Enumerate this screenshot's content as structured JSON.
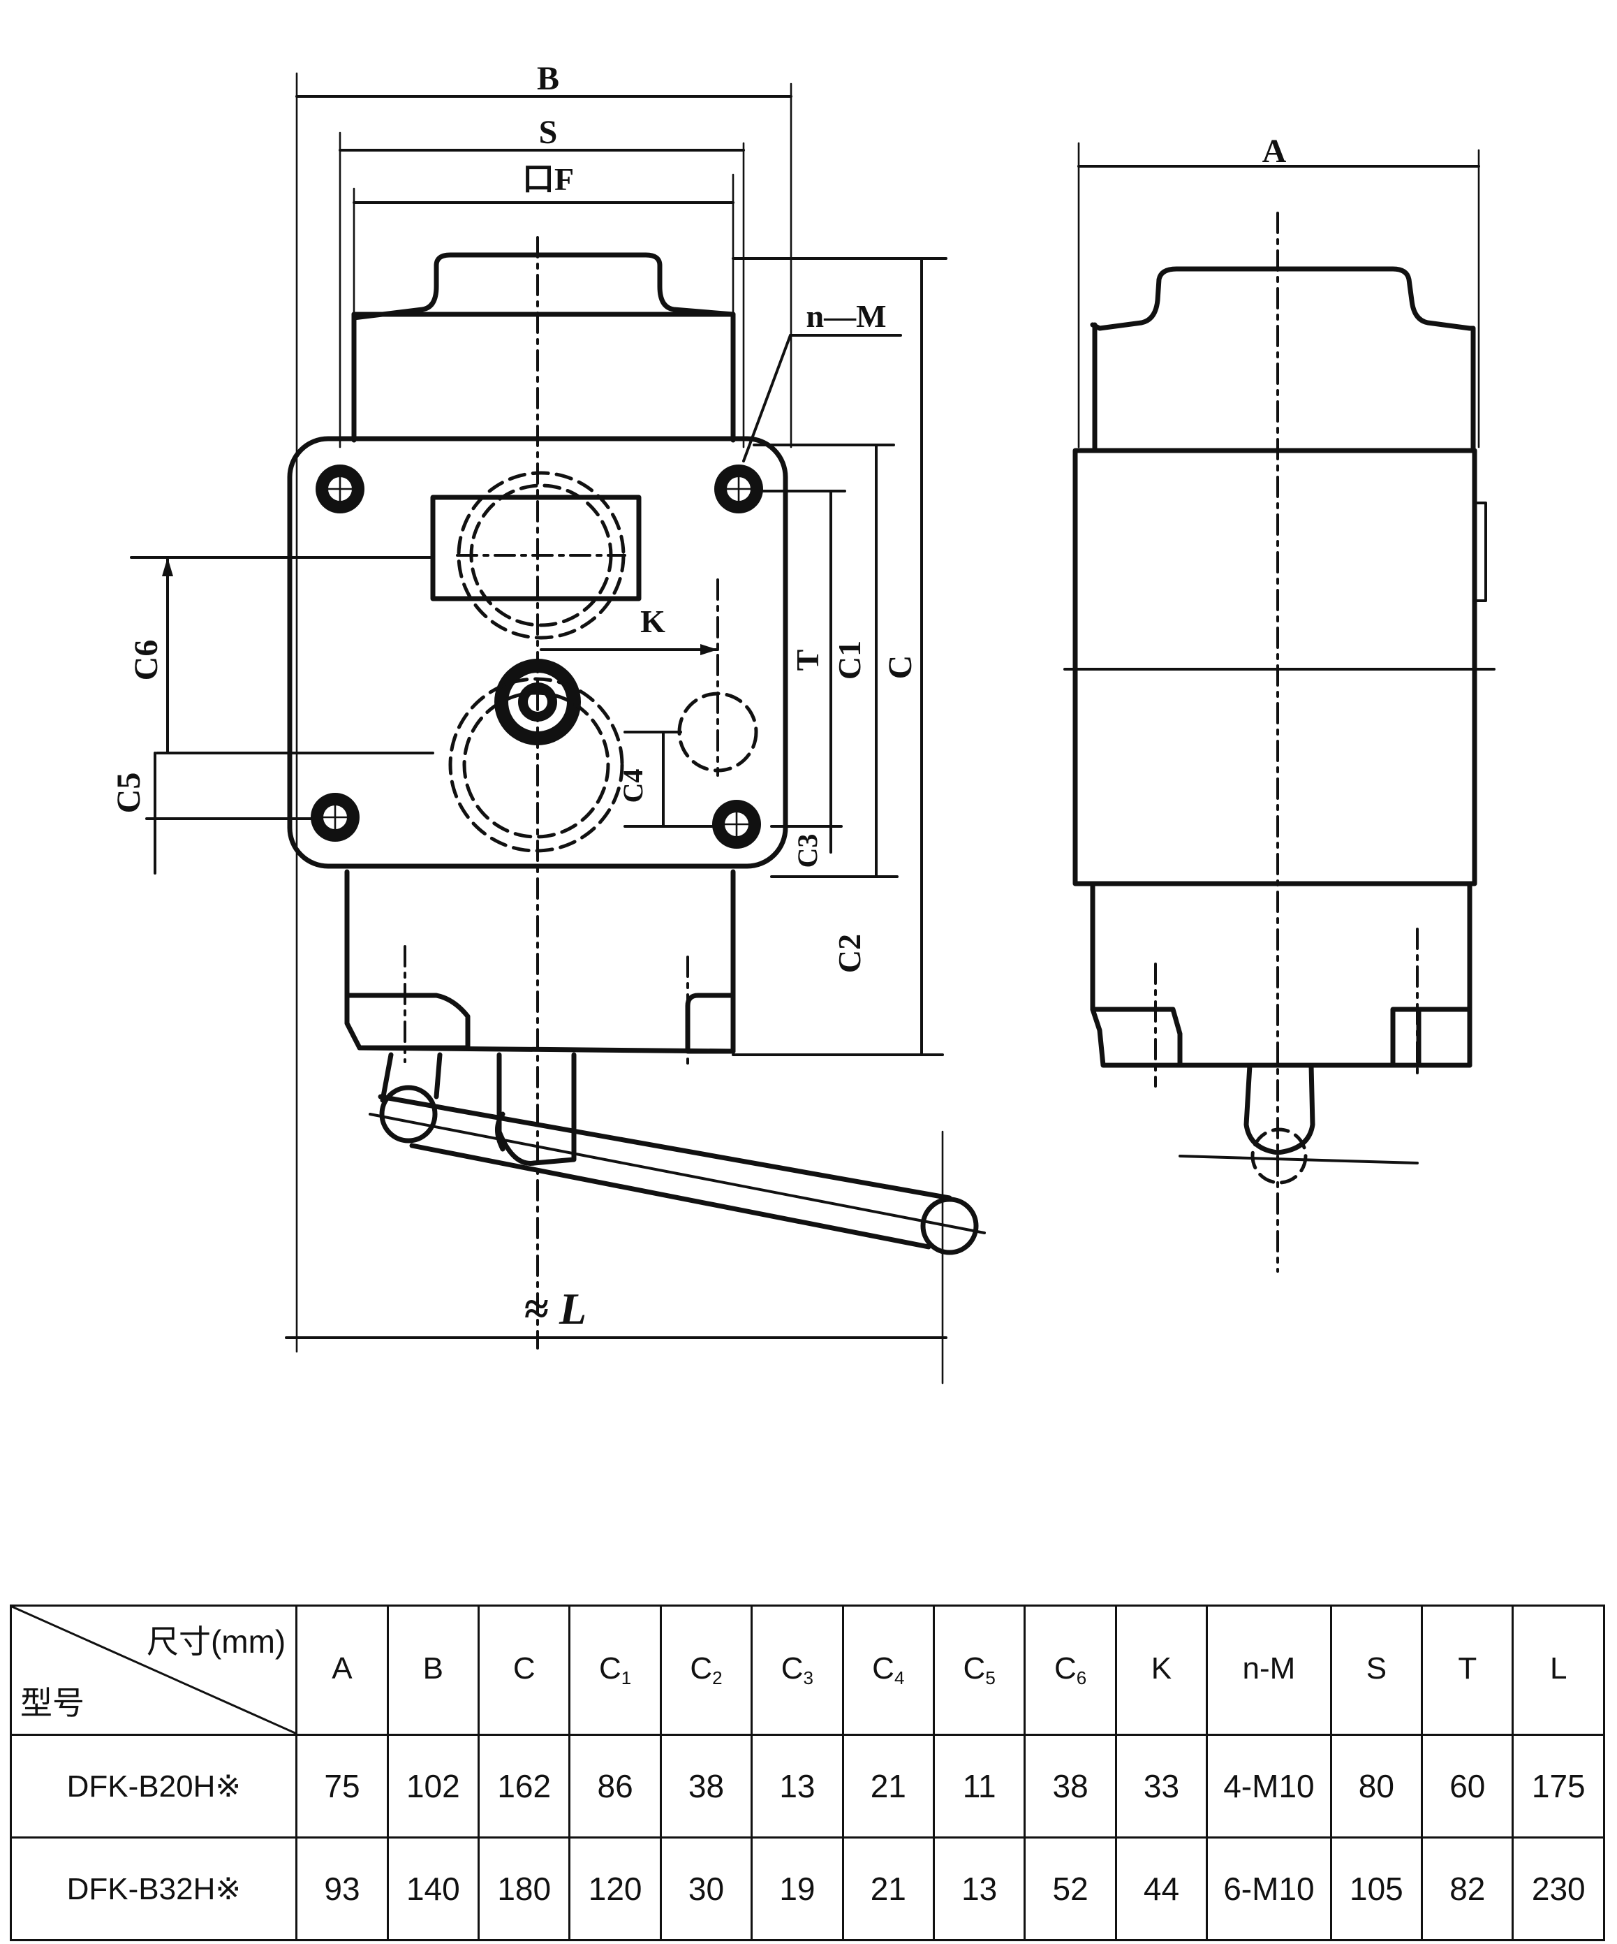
{
  "drawing": {
    "front_view_labels": {
      "B": "B",
      "S": "S",
      "F": "口F",
      "nM": "n—M",
      "K": "K",
      "T": "T",
      "C1": "C1",
      "C": "C",
      "C2": "C2",
      "C3": "C3",
      "C4": "C4",
      "C5": "C5",
      "C6": "C6",
      "L": "≈ L"
    },
    "side_view_labels": {
      "A": "A"
    }
  },
  "table": {
    "corner_dim_label": "尺寸(mm)",
    "corner_model_label": "型号",
    "columns": [
      {
        "main": "A",
        "sub": ""
      },
      {
        "main": "B",
        "sub": ""
      },
      {
        "main": "C",
        "sub": ""
      },
      {
        "main": "C",
        "sub": "1"
      },
      {
        "main": "C",
        "sub": "2"
      },
      {
        "main": "C",
        "sub": "3"
      },
      {
        "main": "C",
        "sub": "4"
      },
      {
        "main": "C",
        "sub": "5"
      },
      {
        "main": "C",
        "sub": "6"
      },
      {
        "main": "K",
        "sub": ""
      },
      {
        "main": "n-M",
        "sub": ""
      },
      {
        "main": "S",
        "sub": ""
      },
      {
        "main": "T",
        "sub": ""
      },
      {
        "main": "L",
        "sub": ""
      }
    ],
    "rows": [
      {
        "model": "DFK-B20H※",
        "values": [
          "75",
          "102",
          "162",
          "86",
          "38",
          "13",
          "21",
          "11",
          "38",
          "33",
          "4-M10",
          "80",
          "60",
          "175"
        ]
      },
      {
        "model": "DFK-B32H※",
        "values": [
          "93",
          "140",
          "180",
          "120",
          "30",
          "19",
          "21",
          "13",
          "52",
          "44",
          "6-M10",
          "105",
          "82",
          "230"
        ]
      }
    ]
  }
}
